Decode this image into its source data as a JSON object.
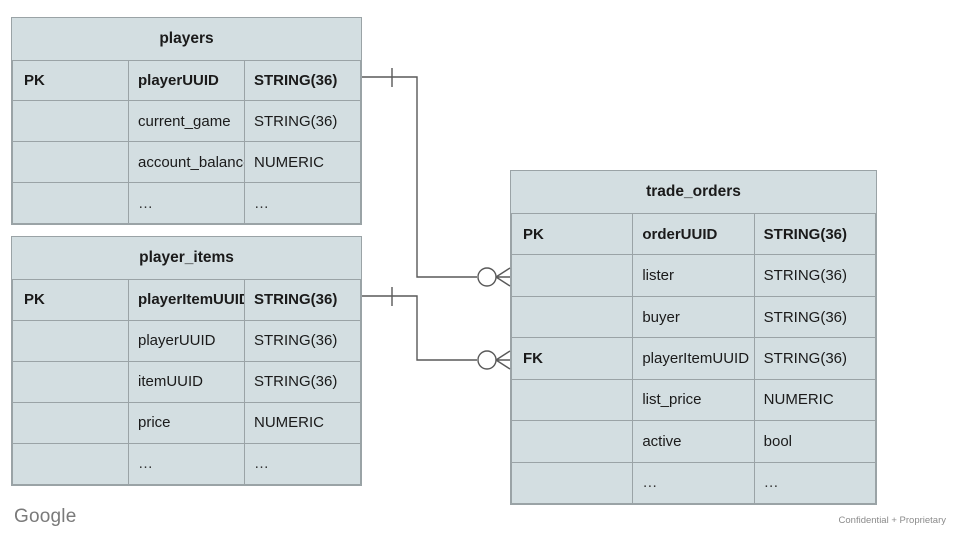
{
  "diagram": {
    "type": "entity-relationship-diagram",
    "notation": "crow's foot",
    "colors": {
      "entity_fill": "#d3dee1",
      "entity_border": "#9aa3a6",
      "connector": "#595959",
      "text": "#1a1a1a",
      "footer_text": "#8b8b8b",
      "background": "#ffffff"
    },
    "entities": [
      {
        "id": "players",
        "title": "players",
        "columns": [
          {
            "key": "PK",
            "name": "playerUUID",
            "type": "STRING(36)",
            "bold": true
          },
          {
            "key": "",
            "name": "current_game",
            "type": "STRING(36)",
            "bold": false
          },
          {
            "key": "",
            "name": "account_balance",
            "type": "NUMERIC",
            "bold": false
          },
          {
            "key": "",
            "name": "…",
            "type": "…",
            "bold": false
          }
        ]
      },
      {
        "id": "player_items",
        "title": "player_items",
        "columns": [
          {
            "key": "PK",
            "name": "playerItemUUID",
            "type": "STRING(36)",
            "bold": true
          },
          {
            "key": "",
            "name": "playerUUID",
            "type": "STRING(36)",
            "bold": false
          },
          {
            "key": "",
            "name": "itemUUID",
            "type": "STRING(36)",
            "bold": false
          },
          {
            "key": "",
            "name": "price",
            "type": "NUMERIC",
            "bold": false
          },
          {
            "key": "",
            "name": "…",
            "type": "…",
            "bold": false
          }
        ]
      },
      {
        "id": "trade_orders",
        "title": "trade_orders",
        "columns": [
          {
            "key": "PK",
            "name": "orderUUID",
            "type": "STRING(36)",
            "bold": true
          },
          {
            "key": "",
            "name": "lister",
            "type": "STRING(36)",
            "bold": false
          },
          {
            "key": "",
            "name": "buyer",
            "type": "STRING(36)",
            "bold": false
          },
          {
            "key": "FK",
            "name": "playerItemUUID",
            "type": "STRING(36)",
            "bold": false
          },
          {
            "key": "",
            "name": "list_price",
            "type": "NUMERIC",
            "bold": false
          },
          {
            "key": "",
            "name": "active",
            "type": "bool",
            "bold": false
          },
          {
            "key": "",
            "name": "…",
            "type": "…",
            "bold": false
          }
        ]
      }
    ],
    "relationships": [
      {
        "id": "players-to-trade-orders",
        "from_entity": "players",
        "from_column": "playerUUID",
        "from_cardinality": "one",
        "to_entity": "trade_orders",
        "to_column": "lister",
        "to_cardinality": "zero-or-many"
      },
      {
        "id": "player-items-to-trade-orders",
        "from_entity": "player_items",
        "from_column": "playerItemUUID",
        "from_cardinality": "one",
        "to_entity": "trade_orders",
        "to_column": "playerItemUUID",
        "to_cardinality": "zero-or-many"
      }
    ]
  },
  "footer": {
    "brand": "Google",
    "confidential": "Confidential + Proprietary"
  }
}
